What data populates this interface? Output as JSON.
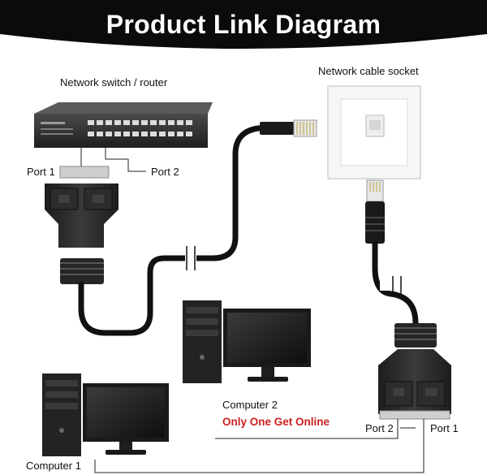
{
  "title": "Product Link Diagram",
  "labels": {
    "switch": "Network switch / router",
    "socket": "Network cable socket",
    "port1_left": "Port 1",
    "port2_left": "Port 2",
    "computer2": "Computer 2",
    "warning": "Only One Get Online",
    "port2_right": "Port 2",
    "port1_right": "Port 1",
    "computer1": "Computer 1"
  },
  "colors": {
    "banner": "#0b0b0b",
    "warning": "#cc1f1f",
    "cable": "#111111",
    "device": "#2a2a2a"
  }
}
